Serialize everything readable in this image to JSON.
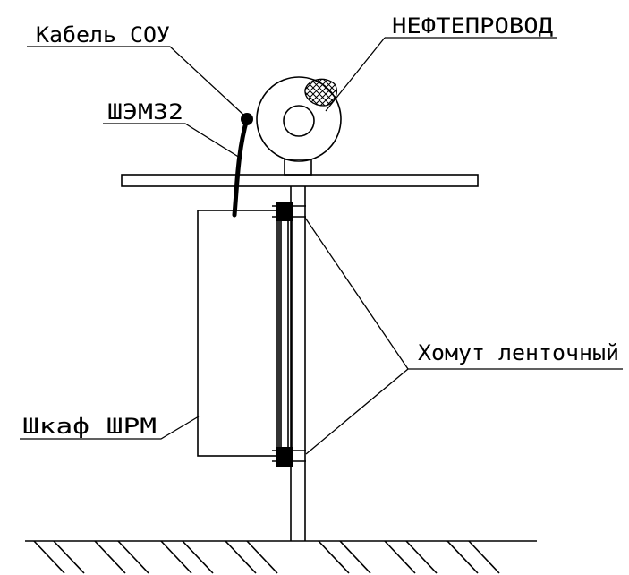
{
  "labels": {
    "cable": "Кабель СОУ",
    "pipeline": "НЕФТЕПРОВОД",
    "connector": "ШЭМ32",
    "clamp": "Хомут ленточный",
    "cabinet": "Шкаф ШРМ"
  },
  "colors": {
    "stroke": "#000000",
    "background": "#ffffff"
  }
}
